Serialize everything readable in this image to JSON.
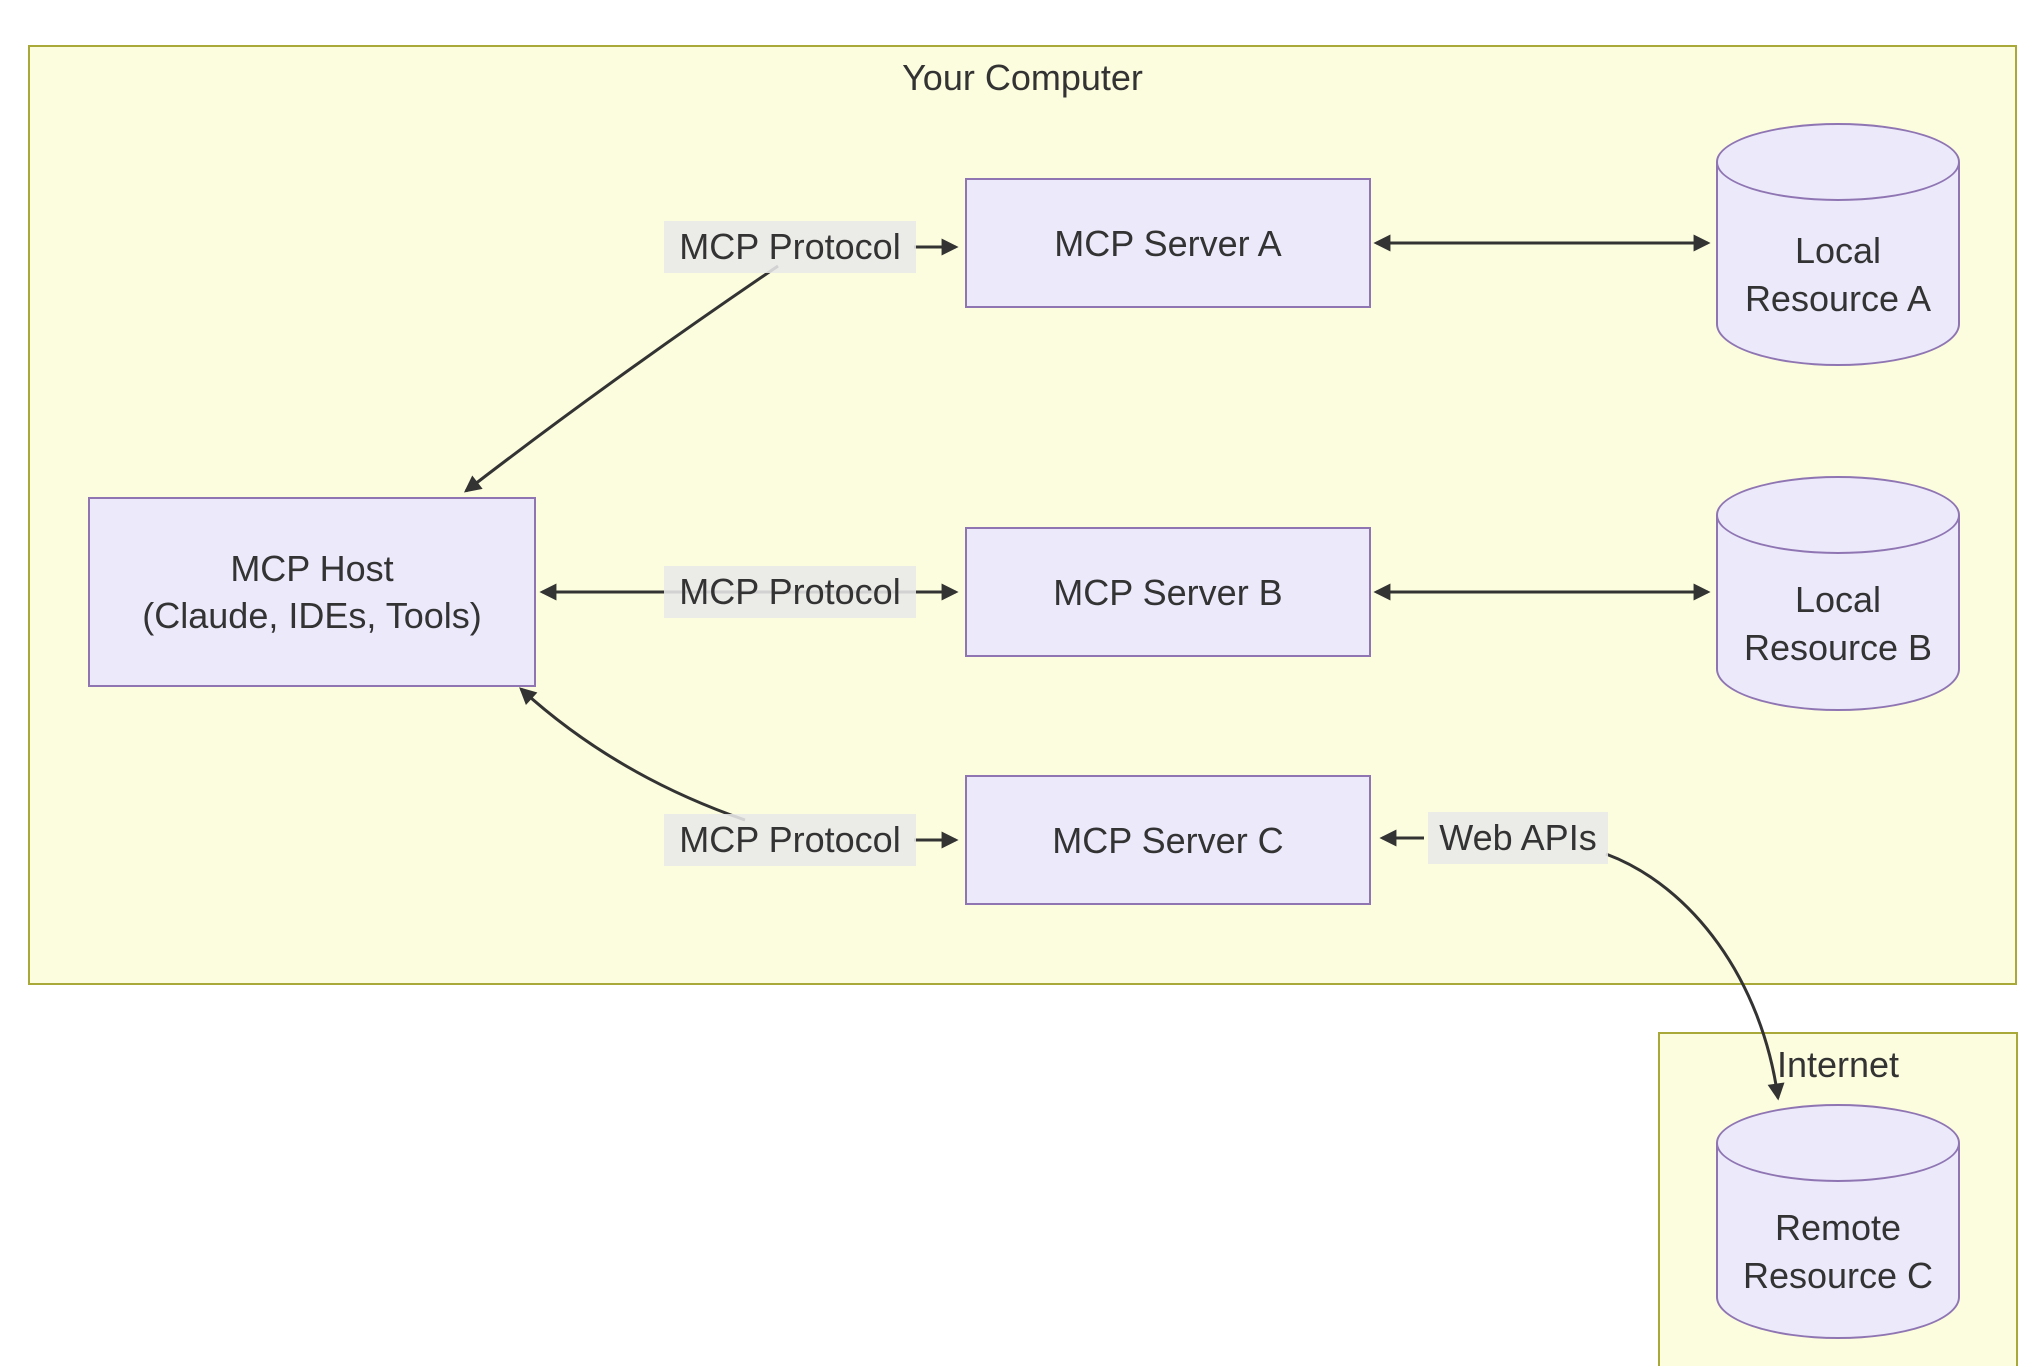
{
  "groups": {
    "your_computer": {
      "title": "Your Computer"
    },
    "internet": {
      "title": "Internet"
    }
  },
  "nodes": {
    "host": {
      "line1": "MCP Host",
      "line2": "(Claude, IDEs, Tools)"
    },
    "server_a": {
      "label": "MCP Server A"
    },
    "server_b": {
      "label": "MCP Server B"
    },
    "server_c": {
      "label": "MCP Server C"
    },
    "resource_a": {
      "line1": "Local",
      "line2": "Resource A"
    },
    "resource_b": {
      "line1": "Local",
      "line2": "Resource B"
    },
    "resource_c": {
      "line1": "Remote",
      "line2": "Resource C"
    }
  },
  "edge_labels": {
    "host_server_a": "MCP Protocol",
    "host_server_b": "MCP Protocol",
    "host_server_c": "MCP Protocol",
    "web_apis": "Web APIs"
  },
  "colors": {
    "container_fill": "#fcfcde",
    "container_border": "#a9a93a",
    "node_fill": "#ece9fb",
    "node_border": "#8f76b3",
    "edge": "#333333",
    "edge_label_bg": "#e8e8e8",
    "text": "#333333"
  }
}
